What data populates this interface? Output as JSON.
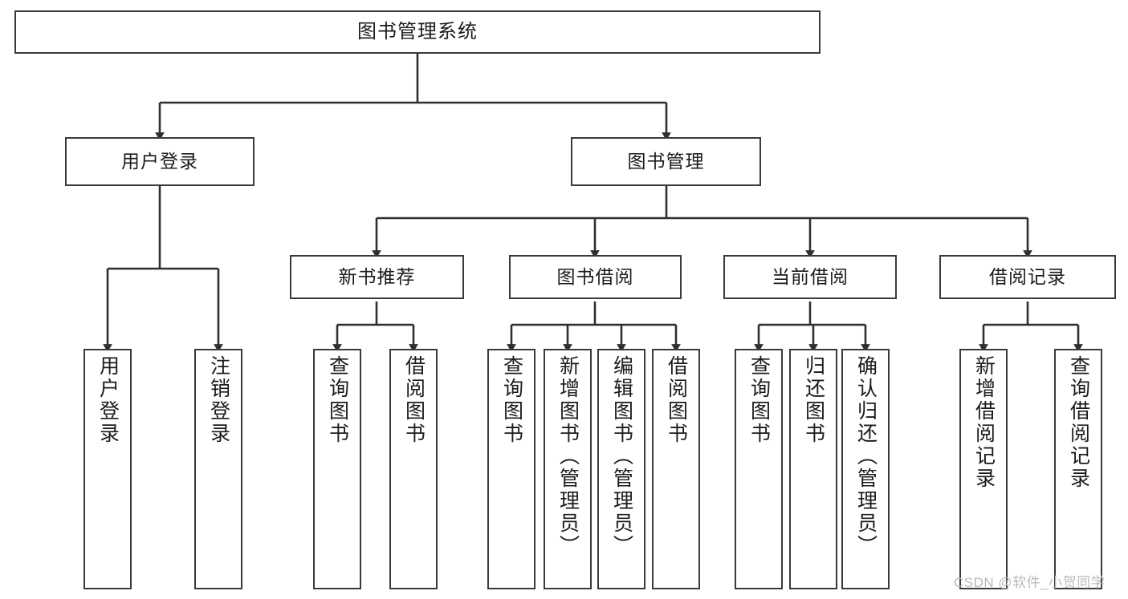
{
  "diagram": {
    "title": "图书管理系统",
    "type": "tree-hierarchy-diagram",
    "theme": {
      "background": "#ffffff",
      "box_border": "#3a3a3a",
      "box_fill": "#ffffff",
      "text": "#1b1b1b",
      "connector": "#2f2f2f",
      "watermark_color": "#b9b9b9"
    },
    "root": {
      "label": "图书管理系统"
    },
    "level2": [
      {
        "label": "用户登录"
      },
      {
        "label": "图书管理"
      }
    ],
    "level3": [
      {
        "label": "新书推荐"
      },
      {
        "label": "图书借阅"
      },
      {
        "label": "当前借阅"
      },
      {
        "label": "借阅记录"
      }
    ],
    "leaves": {
      "user_login": [
        {
          "label": "用户登录"
        },
        {
          "label": "注销登录"
        }
      ],
      "new_book_recommend": [
        {
          "label": "查询图书"
        },
        {
          "label": "借阅图书"
        }
      ],
      "book_borrow": [
        {
          "label": "查询图书"
        },
        {
          "label": "新增图书（管理员）"
        },
        {
          "label": "编辑图书（管理员）"
        },
        {
          "label": "借阅图书"
        }
      ],
      "current_borrow": [
        {
          "label": "查询图书"
        },
        {
          "label": "归还图书"
        },
        {
          "label": "确认归还（管理员）"
        }
      ],
      "borrow_record": [
        {
          "label": "新增借阅记录"
        },
        {
          "label": "查询借阅记录"
        }
      ]
    },
    "watermark": "CSDN @软件_小贺同学"
  }
}
